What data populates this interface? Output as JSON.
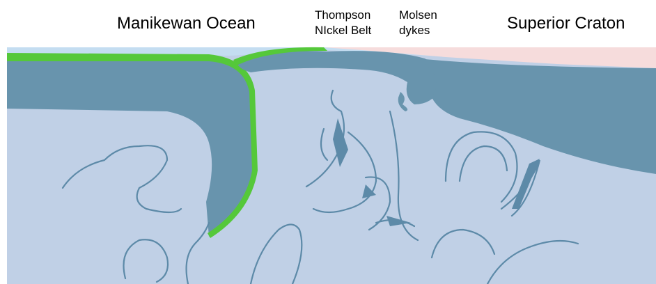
{
  "labels": {
    "manikewan_ocean": "Manikewan Ocean",
    "thompson_line1": "Thompson",
    "thompson_line2": "NIckel Belt",
    "molsen_line1": "Molsen",
    "molsen_line2": "dykes",
    "superior_craton": "Superior Craton"
  },
  "colors": {
    "mantle": "#c0d0e6",
    "lithosphere": "#6894ad",
    "crust_oceanic": "#55c83a",
    "crust_superior": "#f6dcdc",
    "sky": "#c4ddf1",
    "streak": "#5d8aa8"
  }
}
